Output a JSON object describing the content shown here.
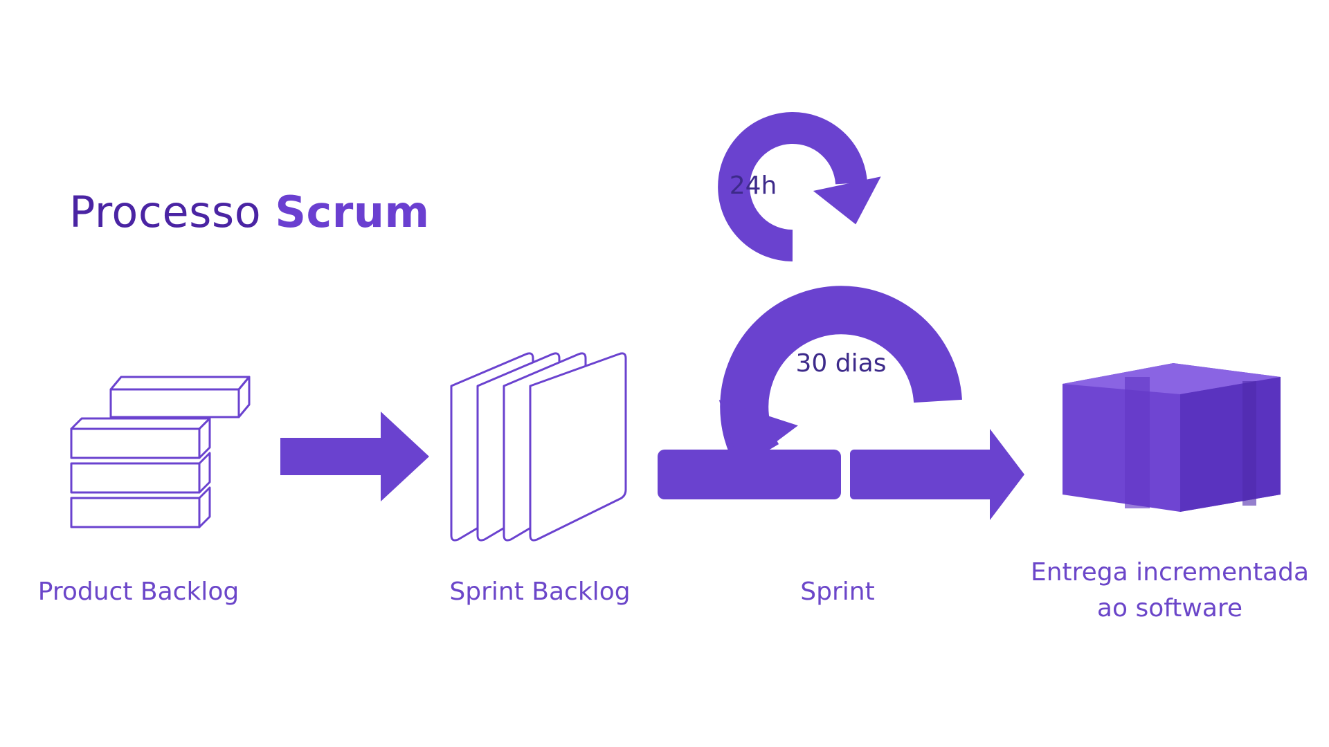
{
  "title": {
    "regular": "Processo",
    "bold": "Scrum"
  },
  "steps": [
    {
      "label": "Product Backlog"
    },
    {
      "label": "Sprint Backlog"
    },
    {
      "label": "Sprint"
    },
    {
      "label_line1": "Entrega incrementada",
      "label_line2": "ao software"
    }
  ],
  "cycles": {
    "daily": "24h",
    "sprint": "30 dias"
  },
  "icons": {
    "backlog": "stacked-bricks-icon",
    "sprint_backlog": "stacked-pages-icon",
    "sprint": "scrum-cycle-icon",
    "delivery": "package-box-icon"
  },
  "colors": {
    "primary": "#6a42cf",
    "title": "#4a24a3",
    "label": "#6b46c9"
  }
}
